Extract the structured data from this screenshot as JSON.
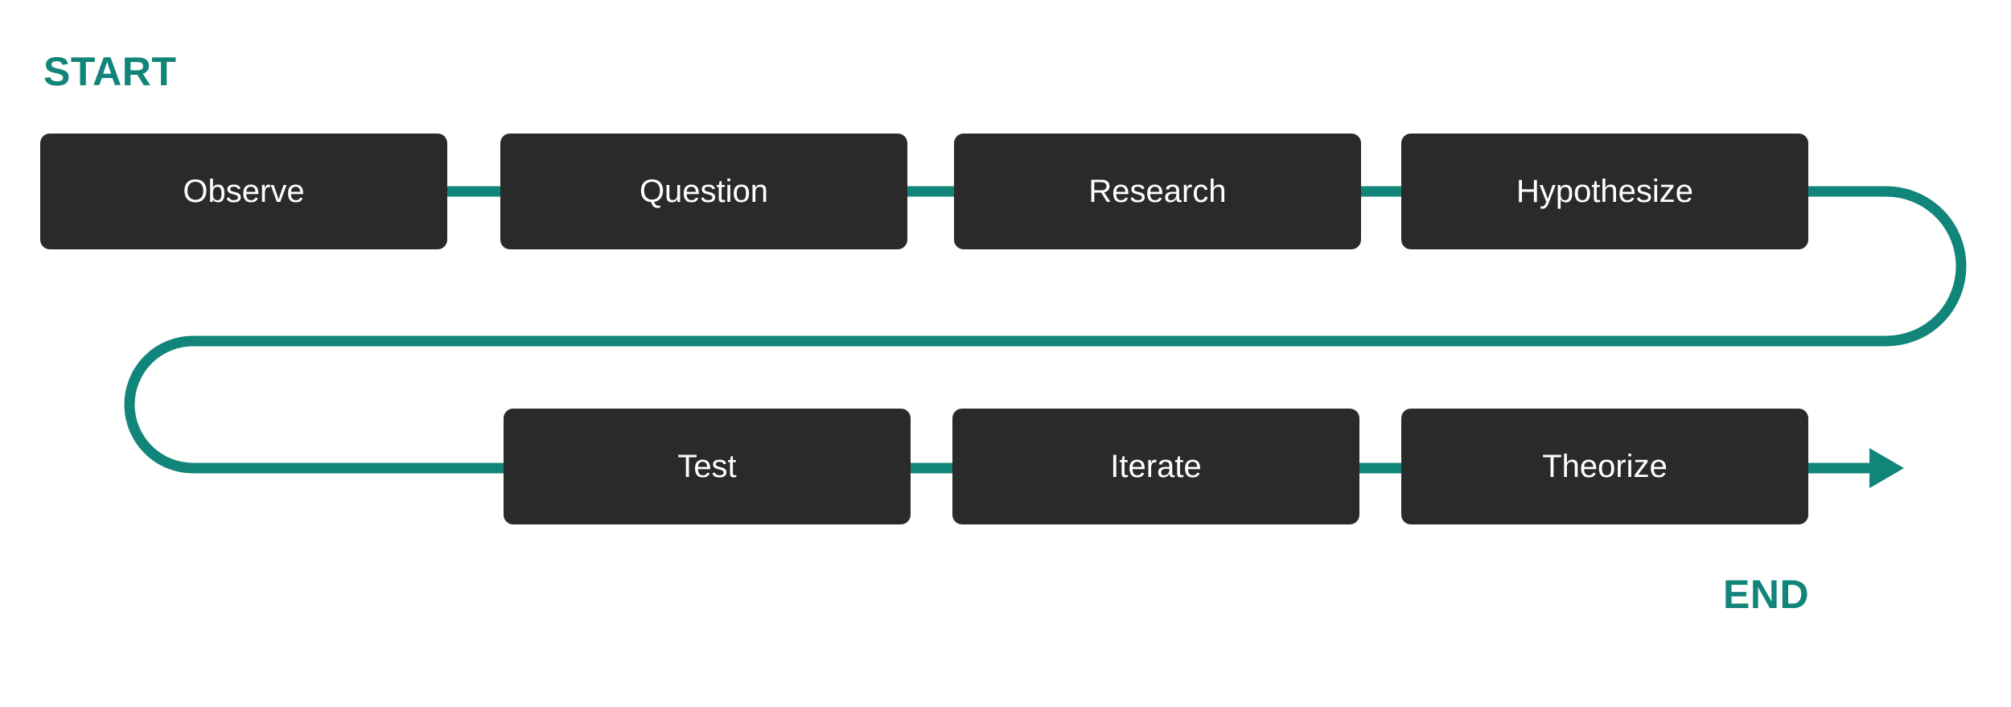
{
  "colors": {
    "accent": "#12857a",
    "box_fill": "#2a2a2a",
    "box_text": "#ffffff",
    "background": "#ffffff"
  },
  "labels": {
    "start": "START",
    "end": "END"
  },
  "steps": [
    {
      "label": "Observe"
    },
    {
      "label": "Question"
    },
    {
      "label": "Research"
    },
    {
      "label": "Hypothesize"
    },
    {
      "label": "Test"
    },
    {
      "label": "Iterate"
    },
    {
      "label": "Theorize"
    }
  ]
}
